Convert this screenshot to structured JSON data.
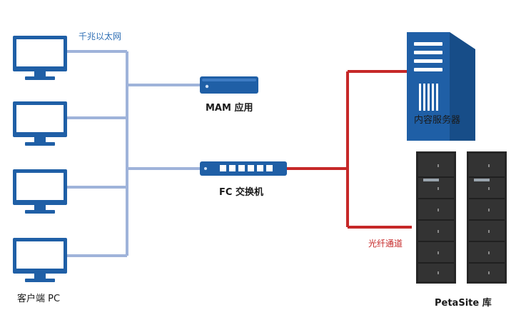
{
  "labels": {
    "gigabit_ethernet": "千兆以太网",
    "mam_app": "MAM 应用",
    "fc_switch": "FC 交换机",
    "content_server": "内容服务器",
    "fiber_channel": "光纤通道",
    "client_pc": "客户端 PC",
    "petasite_library": "PetaSite 库"
  },
  "colors": {
    "ethernet_line": "#9fb3da",
    "fiber_line": "#c62828",
    "device_blue": "#1f5fa6",
    "rack_dark": "#2b2b2b"
  },
  "icons": {
    "client": "monitor-icon",
    "mam": "appliance-icon",
    "switch": "network-switch-icon",
    "server": "server-tower-icon",
    "library": "tape-library-rack-icon"
  }
}
